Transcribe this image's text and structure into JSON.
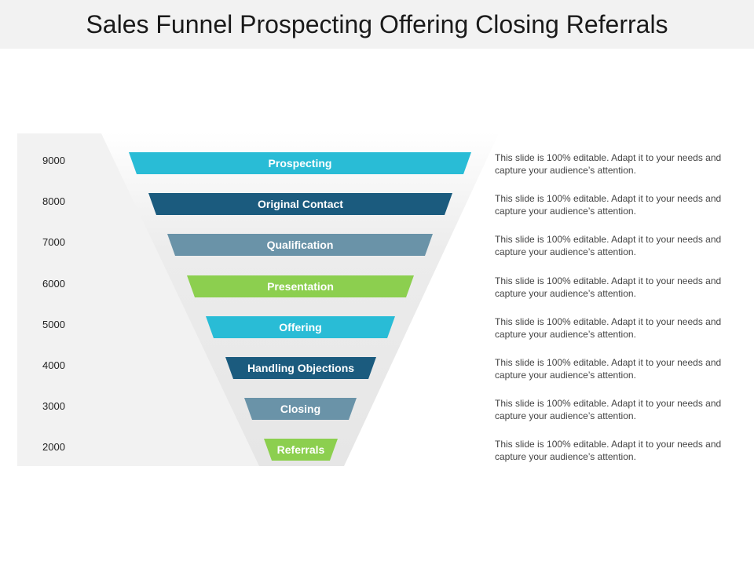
{
  "title": "Sales Funnel Prospecting Offering Closing Referrals",
  "colors": {
    "cyan": "#29bcd6",
    "navy": "#1b5b7e",
    "slate": "#6a93a8",
    "green": "#8ccf4f"
  },
  "stages": [
    {
      "value": "9000",
      "label": "Prospecting",
      "color": "#29bcd6",
      "description": "This slide is 100% editable. Adapt it to your needs and capture your audience’s attention."
    },
    {
      "value": "8000",
      "label": "Original Contact",
      "color": "#1b5b7e",
      "description": "This slide is 100% editable. Adapt it to your needs and capture your audience’s attention."
    },
    {
      "value": "7000",
      "label": "Qualification",
      "color": "#6a93a8",
      "description": "This slide is 100% editable. Adapt it to your needs and capture your audience’s attention."
    },
    {
      "value": "6000",
      "label": "Presentation",
      "color": "#8ccf4f",
      "description": "This slide is 100% editable. Adapt it to your needs and capture your audience’s attention."
    },
    {
      "value": "5000",
      "label": "Offering",
      "color": "#29bcd6",
      "description": "This slide is 100% editable. Adapt it to your needs and capture your audience’s attention."
    },
    {
      "value": "4000",
      "label": "Handling Objections",
      "color": "#1b5b7e",
      "description": "This slide is 100% editable. Adapt it to your needs and capture your audience’s attention."
    },
    {
      "value": "3000",
      "label": "Closing",
      "color": "#6a93a8",
      "description": "This slide is 100% editable. Adapt it to your needs and capture your audience’s attention."
    },
    {
      "value": "2000",
      "label": "Referrals",
      "color": "#8ccf4f",
      "description": "This slide is 100% editable. Adapt it to your needs and capture your audience’s attention."
    }
  ]
}
